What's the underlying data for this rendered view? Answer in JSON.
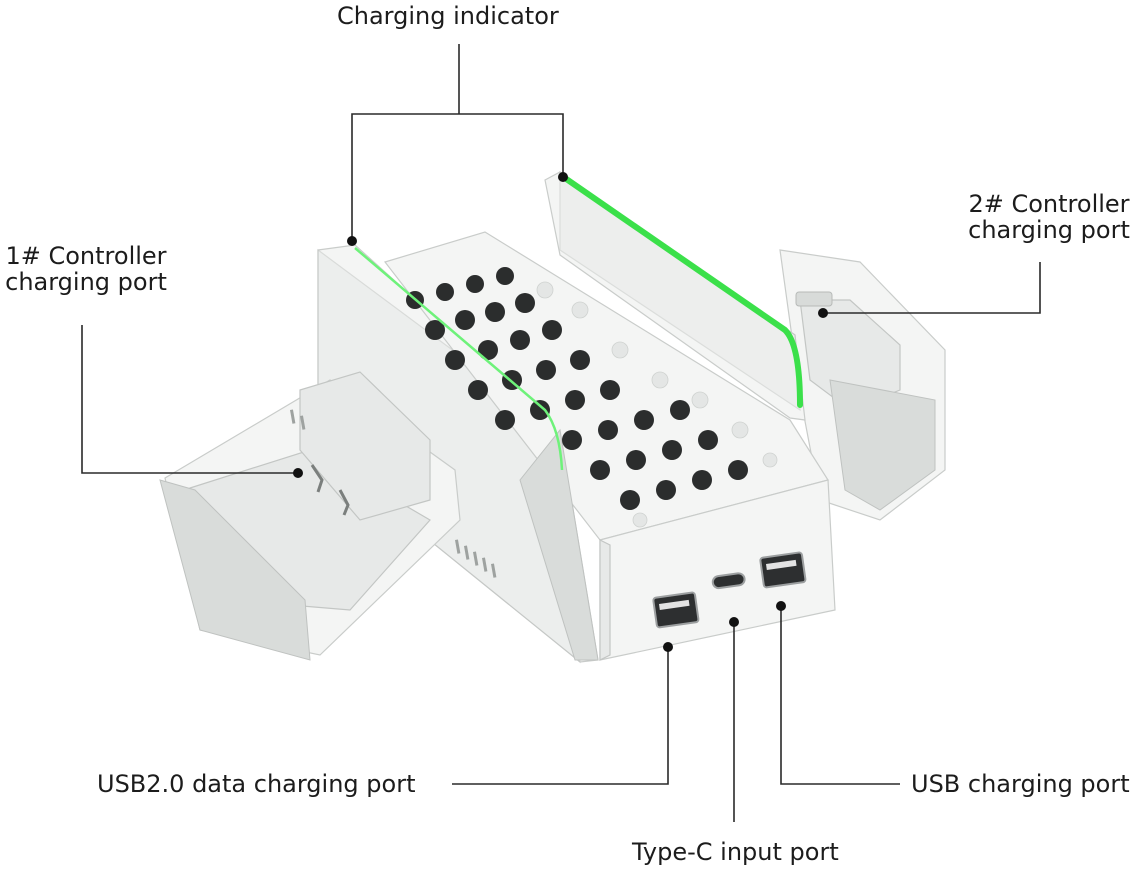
{
  "labels": {
    "charging_indicator": "Charging indicator",
    "controller1": {
      "line1": "1# Controller",
      "line2": "charging port"
    },
    "controller2": {
      "line1": "2# Controller",
      "line2": "charging port"
    },
    "usb20": "USB2.0 data charging port",
    "usb_charging": "USB charging port",
    "type_c": "Type-C input port"
  },
  "colors": {
    "background": "#ffffff",
    "stand_body": "#f4f5f4",
    "indicator_led": "#3be04a",
    "leader_line": "#2a2a2a"
  }
}
